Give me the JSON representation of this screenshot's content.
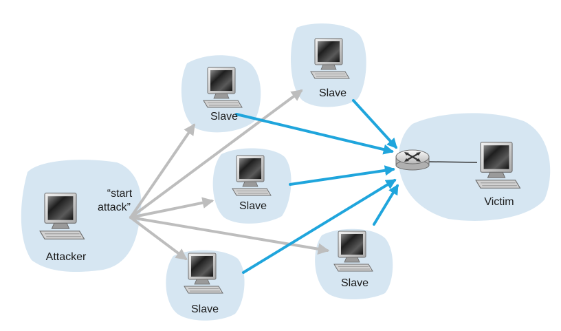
{
  "nodes": {
    "attacker": {
      "label": "Attacker",
      "icon": "computer-icon"
    },
    "slave_1": {
      "label": "Slave",
      "icon": "computer-icon"
    },
    "slave_2": {
      "label": "Slave",
      "icon": "computer-icon"
    },
    "slave_3": {
      "label": "Slave",
      "icon": "computer-icon"
    },
    "slave_4": {
      "label": "Slave",
      "icon": "computer-icon"
    },
    "slave_5": {
      "label": "Slave",
      "icon": "computer-icon"
    },
    "victim": {
      "label": "Victim",
      "icon": "computer-icon"
    },
    "router": {
      "icon": "router-icon"
    }
  },
  "command": {
    "line1": "“start",
    "line2": "attack”"
  },
  "colors": {
    "blob": "#d6e6f2",
    "command_arrow": "#bdbdbd",
    "attack_arrow": "#1fa5dc"
  }
}
